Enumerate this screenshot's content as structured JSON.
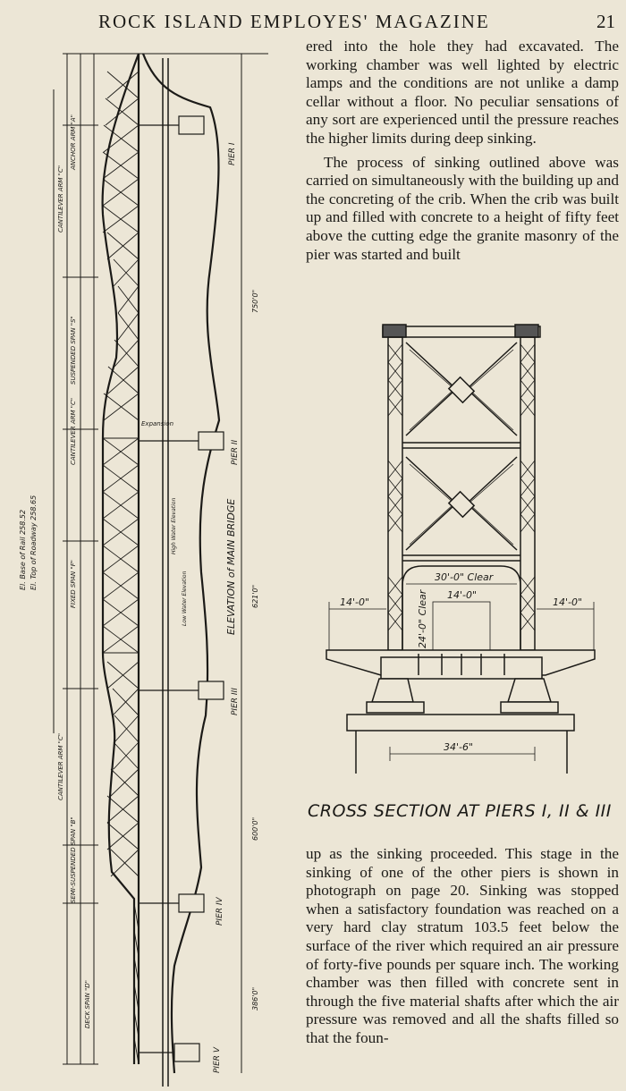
{
  "header": {
    "title": "ROCK ISLAND EMPLOYES' MAGAZINE",
    "page_number": "21"
  },
  "article": {
    "paragraph_1": "ered into the hole they had excavated. The working chamber was well lighted by electric lamps and the conditions are not unlike a damp cellar without a floor. No peculiar sensations of any sort are experienced until the pressure reaches the higher limits during deep sinking.",
    "paragraph_2": "The process of sinking outlined above was carried on simultaneously with the building up and the concreting of the crib. When the crib was built up and filled with concrete to a height of fifty feet above the cutting edge the granite masonry of the pier was started and built",
    "paragraph_3": "up as the sinking proceeded. This stage in the sinking of one of the other piers is shown in photograph on page 20. Sinking was stopped when a satisfactory foundation was reached on a very hard clay stratum 103.5 feet below the surface of the river which required an air pressure of forty-five pounds per square inch. The working chamber was then filled with concrete sent in through the five material shafts after which the air pressure was removed and all the shafts filled so that the foun-"
  },
  "cross_section": {
    "caption": "CROSS SECTION AT PIERS I, II & III",
    "clear_width": "30'-0\" Clear",
    "center_width": "14'-0\"",
    "left_width": "14'-0\"",
    "right_width": "14'-0\"",
    "clear_height": "24'-0\" Clear",
    "base_width": "34'-6\""
  },
  "elevation": {
    "main_label": "ELEVATION of MAIN BRIDGE",
    "pier_labels": [
      "PIER I",
      "PIER II",
      "PIER III",
      "PIER IV",
      "PIER V"
    ],
    "span_labels": [
      "ANCHOR ARM \"A\"",
      "CANTILEVER ARM \"C\"",
      "SUSPENDED SPAN \"S\"",
      "CANTILEVER ARM \"C\"",
      "FIXED SPAN \"F\"",
      "CANTILEVER ARM \"C\"",
      "SEMI-SUSPENDED SPAN \"B\"",
      "DECK SPAN \"D\""
    ],
    "dimensions": [
      "750'0\"",
      "621'0\"",
      "600'0\"",
      "386'0\""
    ],
    "side_notes": [
      "El. Base of Rail 258.52",
      "El. Top of Roadway 258.65"
    ],
    "water_notes": [
      "High Water Elevation",
      "Low Water Elevation"
    ],
    "expansion_label": "Expansion"
  },
  "colors": {
    "paper": "#ece6d6",
    "ink": "#1b1a17"
  }
}
